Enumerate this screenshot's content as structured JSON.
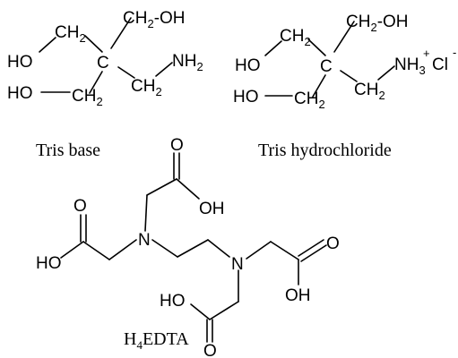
{
  "atoms": {
    "C": "C",
    "N": "N",
    "O": "O",
    "H": "H",
    "HO": "HO",
    "OH": "OH",
    "CH": "CH",
    "NH": "NH",
    "two": "2",
    "three": "3",
    "four": "4",
    "plus": "+",
    "Cl": "Cl",
    "minus": "-",
    "dash_OH": "-OH",
    "EDTA": "EDTA"
  },
  "captions": {
    "tris_base": "Tris base",
    "tris_hydrochloride": "Tris hydrochloride"
  }
}
